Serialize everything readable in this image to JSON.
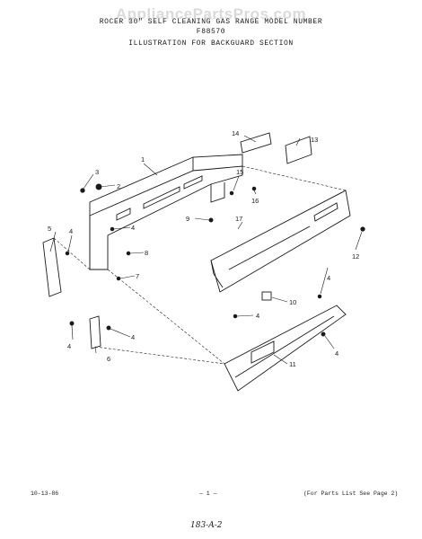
{
  "watermark": "AppliancePartsPros.com",
  "header": {
    "line1": "ROCER 30\" SELF CLEANING GAS RANGE MODEL NUMBER",
    "line2": "F88570",
    "line3": "ILLUSTRATION FOR BACKGUARD SECTION"
  },
  "footer": {
    "date": "10-13-86",
    "page": "— 1 —",
    "note": "(For Parts List See Page 2)",
    "handwritten": "183-A-2"
  },
  "callouts": [
    "1",
    "2",
    "3",
    "4",
    "4",
    "4",
    "4",
    "4",
    "4",
    "5",
    "6",
    "7",
    "8",
    "9",
    "10",
    "11",
    "12",
    "13",
    "14",
    "15",
    "16",
    "17"
  ]
}
